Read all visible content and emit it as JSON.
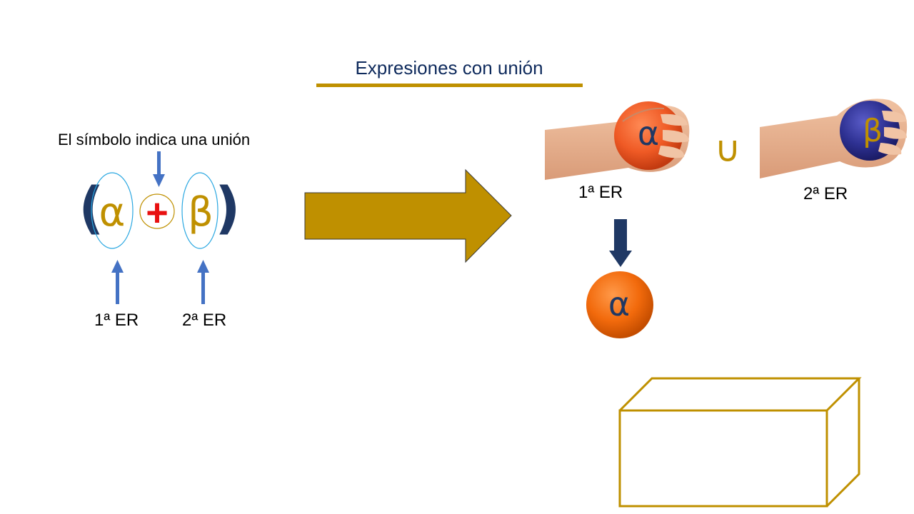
{
  "title": "Expresiones con unión",
  "symbol_note": "El símbolo indica una unión",
  "expression": {
    "open_paren": "(",
    "first": "α",
    "operator": "+",
    "second": "β",
    "close_paren": ")"
  },
  "labels": {
    "left_first": "1ª ER",
    "left_second": "2ª ER",
    "right_first": "1ª ER",
    "right_second": "2ª ER"
  },
  "union_symbol": "∪",
  "ball_alpha": "α",
  "ball_beta": "β",
  "result_ball": "α",
  "colors": {
    "navy": "#1f3864",
    "gold": "#bf9000",
    "red": "#e81010",
    "blue_arrow": "#4472c4",
    "orange_ball": "#f26a0c",
    "purple_ball": "#2e3192",
    "skin": "#e8b08f"
  }
}
